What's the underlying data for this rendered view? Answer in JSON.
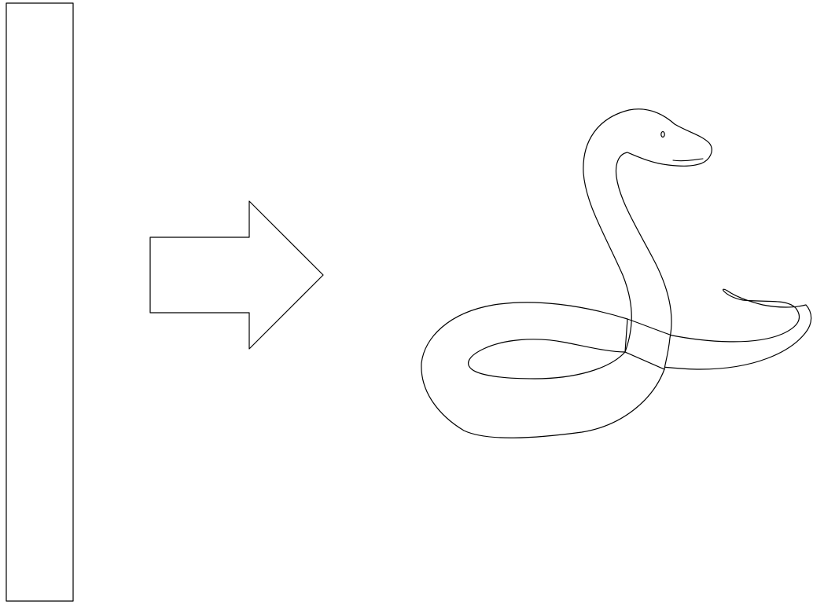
{
  "figure": {
    "shapes": [
      {
        "id": "bar",
        "kind": "rectangle",
        "description_icon": "vertical-rectangle-icon"
      },
      {
        "id": "arrow",
        "kind": "block-arrow",
        "direction": "right",
        "description_icon": "right-arrow-icon"
      },
      {
        "id": "snake",
        "kind": "line-drawing",
        "description_icon": "snake-icon"
      }
    ],
    "colors": {
      "background": "#ffffff",
      "stroke": "#000000",
      "fill": "#ffffff"
    }
  }
}
